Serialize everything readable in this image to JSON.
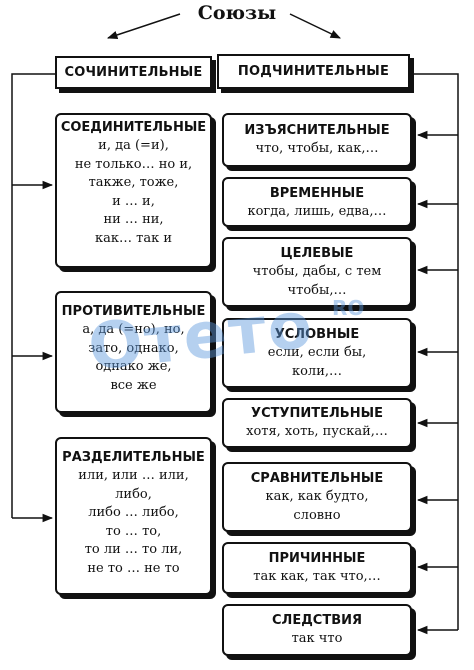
{
  "title": "Союзы",
  "headers": {
    "left": "СОЧИНИТЕЛЬНЫЕ",
    "right": "ПОДЧИНИТЕЛЬНЫЕ"
  },
  "left_boxes": [
    {
      "title": "СОЕДИНИТЕЛЬНЫЕ",
      "lines": [
        "и, да (=и),",
        "не только… но и,",
        "также, тоже,",
        "и … и,",
        "ни … ни,",
        "как… так и"
      ]
    },
    {
      "title": "ПРОТИВИТЕЛЬНЫЕ",
      "lines": [
        "а, да (=но), но,",
        "зато, однако,",
        "однако же,",
        "все же"
      ]
    },
    {
      "title": "РАЗДЕЛИТЕЛЬНЫЕ",
      "lines": [
        "или, или … или,",
        "либо,",
        "либо … либо,",
        "то … то,",
        "то ли … то ли,",
        "не то … не то"
      ]
    }
  ],
  "right_boxes": [
    {
      "title": "ИЗЪЯСНИТЕЛЬНЫЕ",
      "lines": [
        "что, чтобы, как,…"
      ]
    },
    {
      "title": "ВРЕМЕННЫЕ",
      "lines": [
        "когда, лишь, едва,…"
      ]
    },
    {
      "title": "ЦЕЛЕВЫЕ",
      "lines": [
        "чтобы, дабы, с тем",
        "чтобы,…"
      ]
    },
    {
      "title": "УСЛОВНЫЕ",
      "lines": [
        "если, если бы,",
        "коли,…"
      ]
    },
    {
      "title": "УСТУПИТЕЛЬНЫЕ",
      "lines": [
        "хотя, хоть, пускай,…"
      ]
    },
    {
      "title": "СРАВНИТЕЛЬНЫЕ",
      "lines": [
        "как, как будто,",
        "словно"
      ]
    },
    {
      "title": "ПРИЧИННЫЕ",
      "lines": [
        "так как, так что,…"
      ]
    },
    {
      "title": "СЛЕДСТВИЯ",
      "lines": [
        "так что"
      ]
    }
  ],
  "watermark": {
    "logo": "Отето",
    "domain": "RO"
  },
  "colors": {
    "ink": "#111111",
    "watermark": "#5a96dc"
  }
}
